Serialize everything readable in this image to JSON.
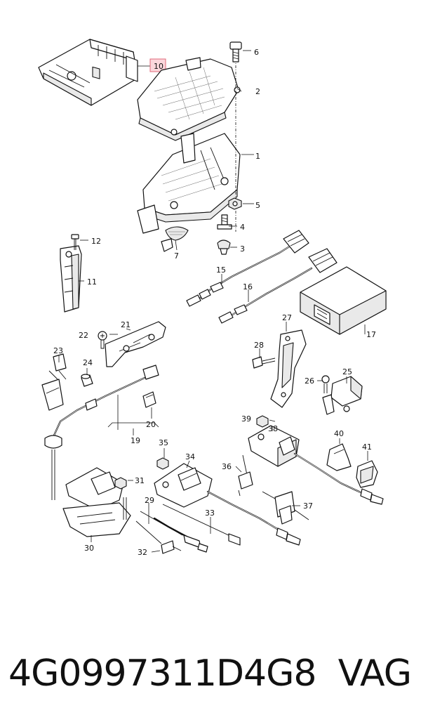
{
  "callouts": {
    "c1": "1",
    "c2": "2",
    "c3": "3",
    "c4": "4",
    "c5": "5",
    "c6": "6",
    "c7": "7",
    "c10": "10",
    "c11": "11",
    "c12": "12",
    "c15": "15",
    "c16": "16",
    "c17": "17",
    "c19": "19",
    "c20": "20",
    "c21": "21",
    "c22": "22",
    "c23": "23",
    "c24": "24",
    "c25": "25",
    "c26": "26",
    "c27": "27",
    "c28": "28",
    "c29": "29",
    "c30": "30",
    "c31": "31",
    "c32": "32",
    "c33": "33",
    "c34": "34",
    "c35": "35",
    "c36": "36",
    "c37": "37",
    "c38": "38",
    "c39": "39",
    "c40": "40",
    "c41": "41"
  },
  "highlighted_callout": "10",
  "highlight_color": "#fbd7dc",
  "footer": {
    "part_number": "4G0997311D4G8",
    "brand": "VAG"
  }
}
